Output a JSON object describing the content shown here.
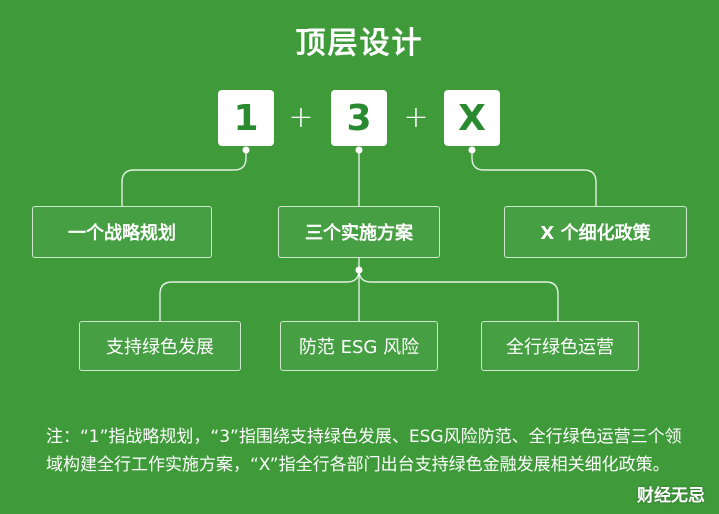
{
  "title": "顶层设计",
  "top_formula": {
    "part1": "1",
    "op1": "+",
    "part2": "3",
    "op2": "+",
    "part3": "X"
  },
  "level2": [
    "一个战略规划",
    "三个实施方案",
    "X 个细化政策"
  ],
  "level3": [
    "支持绿色发展",
    "防范 ESG 风险",
    "全行绿色运营"
  ],
  "note": "注：“1”指战略规划，“3”指围绕支持绿色发展、ESG风险防范、全行绿色运营三个领域构建全行工作实施方案，“X”指全行各部门出台支持绿色金融发展相关细化政策。",
  "watermark": "财经无忌",
  "colors": {
    "background": "#3f9a3a",
    "box_text": "#2a8a2f",
    "line": "#ffffff"
  }
}
